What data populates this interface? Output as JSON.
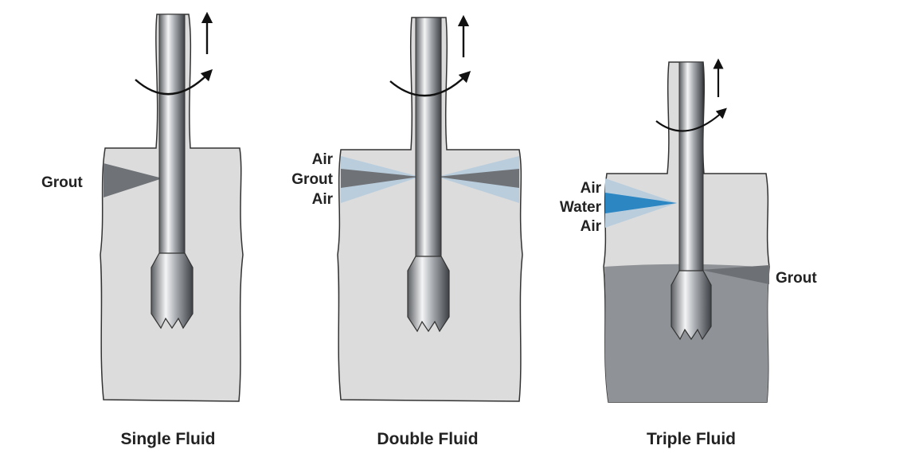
{
  "panels": [
    {
      "title": "Single Fluid",
      "jet_labels": [
        "Grout"
      ]
    },
    {
      "title": "Double Fluid",
      "jet_labels": [
        "Air",
        "Grout",
        "Air"
      ]
    },
    {
      "title": "Triple Fluid",
      "jet_labels": [
        "Air",
        "Water",
        "Air"
      ],
      "bottom_label": "Grout"
    }
  ],
  "colors": {
    "soil": "#dcdcdc",
    "grouted_soil": "#8f9397",
    "grout_jet": "#6f7377",
    "air_jet": "#b9cddd",
    "water_jet": "#2c86c2",
    "outline": "#333333"
  },
  "icons": [
    "rotation-arrow-icon",
    "lift-arrow-icon",
    "drill-bit-icon"
  ]
}
